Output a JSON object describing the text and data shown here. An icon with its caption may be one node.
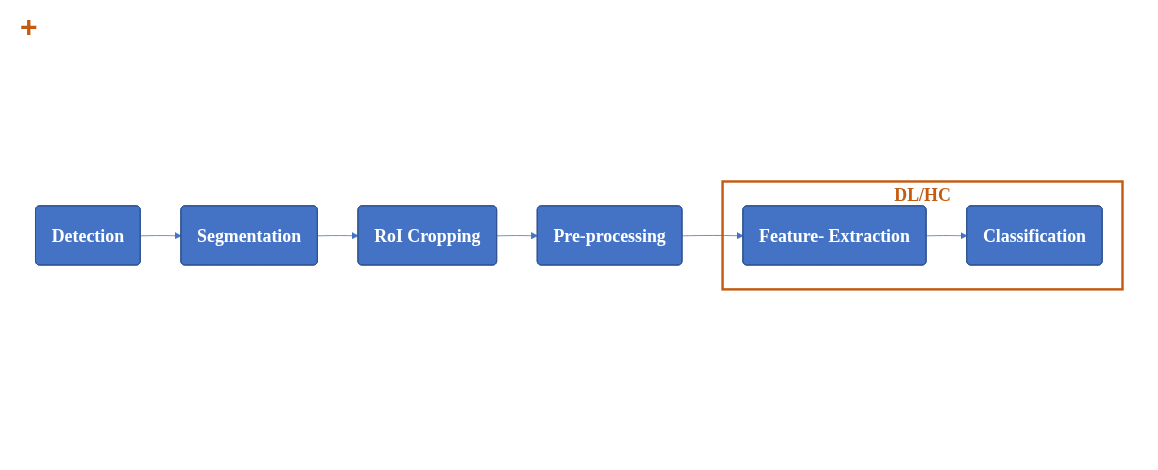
{
  "diagram": {
    "nodes": [
      {
        "text": [
          "Detection"
        ]
      },
      {
        "text": [
          "Segmentation"
        ]
      },
      {
        "text": [
          "RoI Cropping"
        ]
      },
      {
        "text": [
          "DL/HC"
        ]
      },
      {
        "text": [
          "Classification"
        ],
        "in": 3
      },
      {
        "text": [
          "Feature- Extraction"
        ],
        "in": 3
      },
      {
        "text": [
          "Pre-processing"
        ]
      }
    ],
    "edges": [
      {
        "from": 0,
        "to": 1,
        "arrow": "to"
      },
      {
        "from": 1,
        "to": 2,
        "arrow": "to"
      },
      {
        "from": 2,
        "to": 6,
        "arrow": "to"
      },
      {
        "from": 6,
        "to": 5,
        "arrow": "to"
      },
      {
        "from": 5,
        "to": 4,
        "arrow": "to"
      }
    ],
    "labels": [
      "+"
    ]
  }
}
